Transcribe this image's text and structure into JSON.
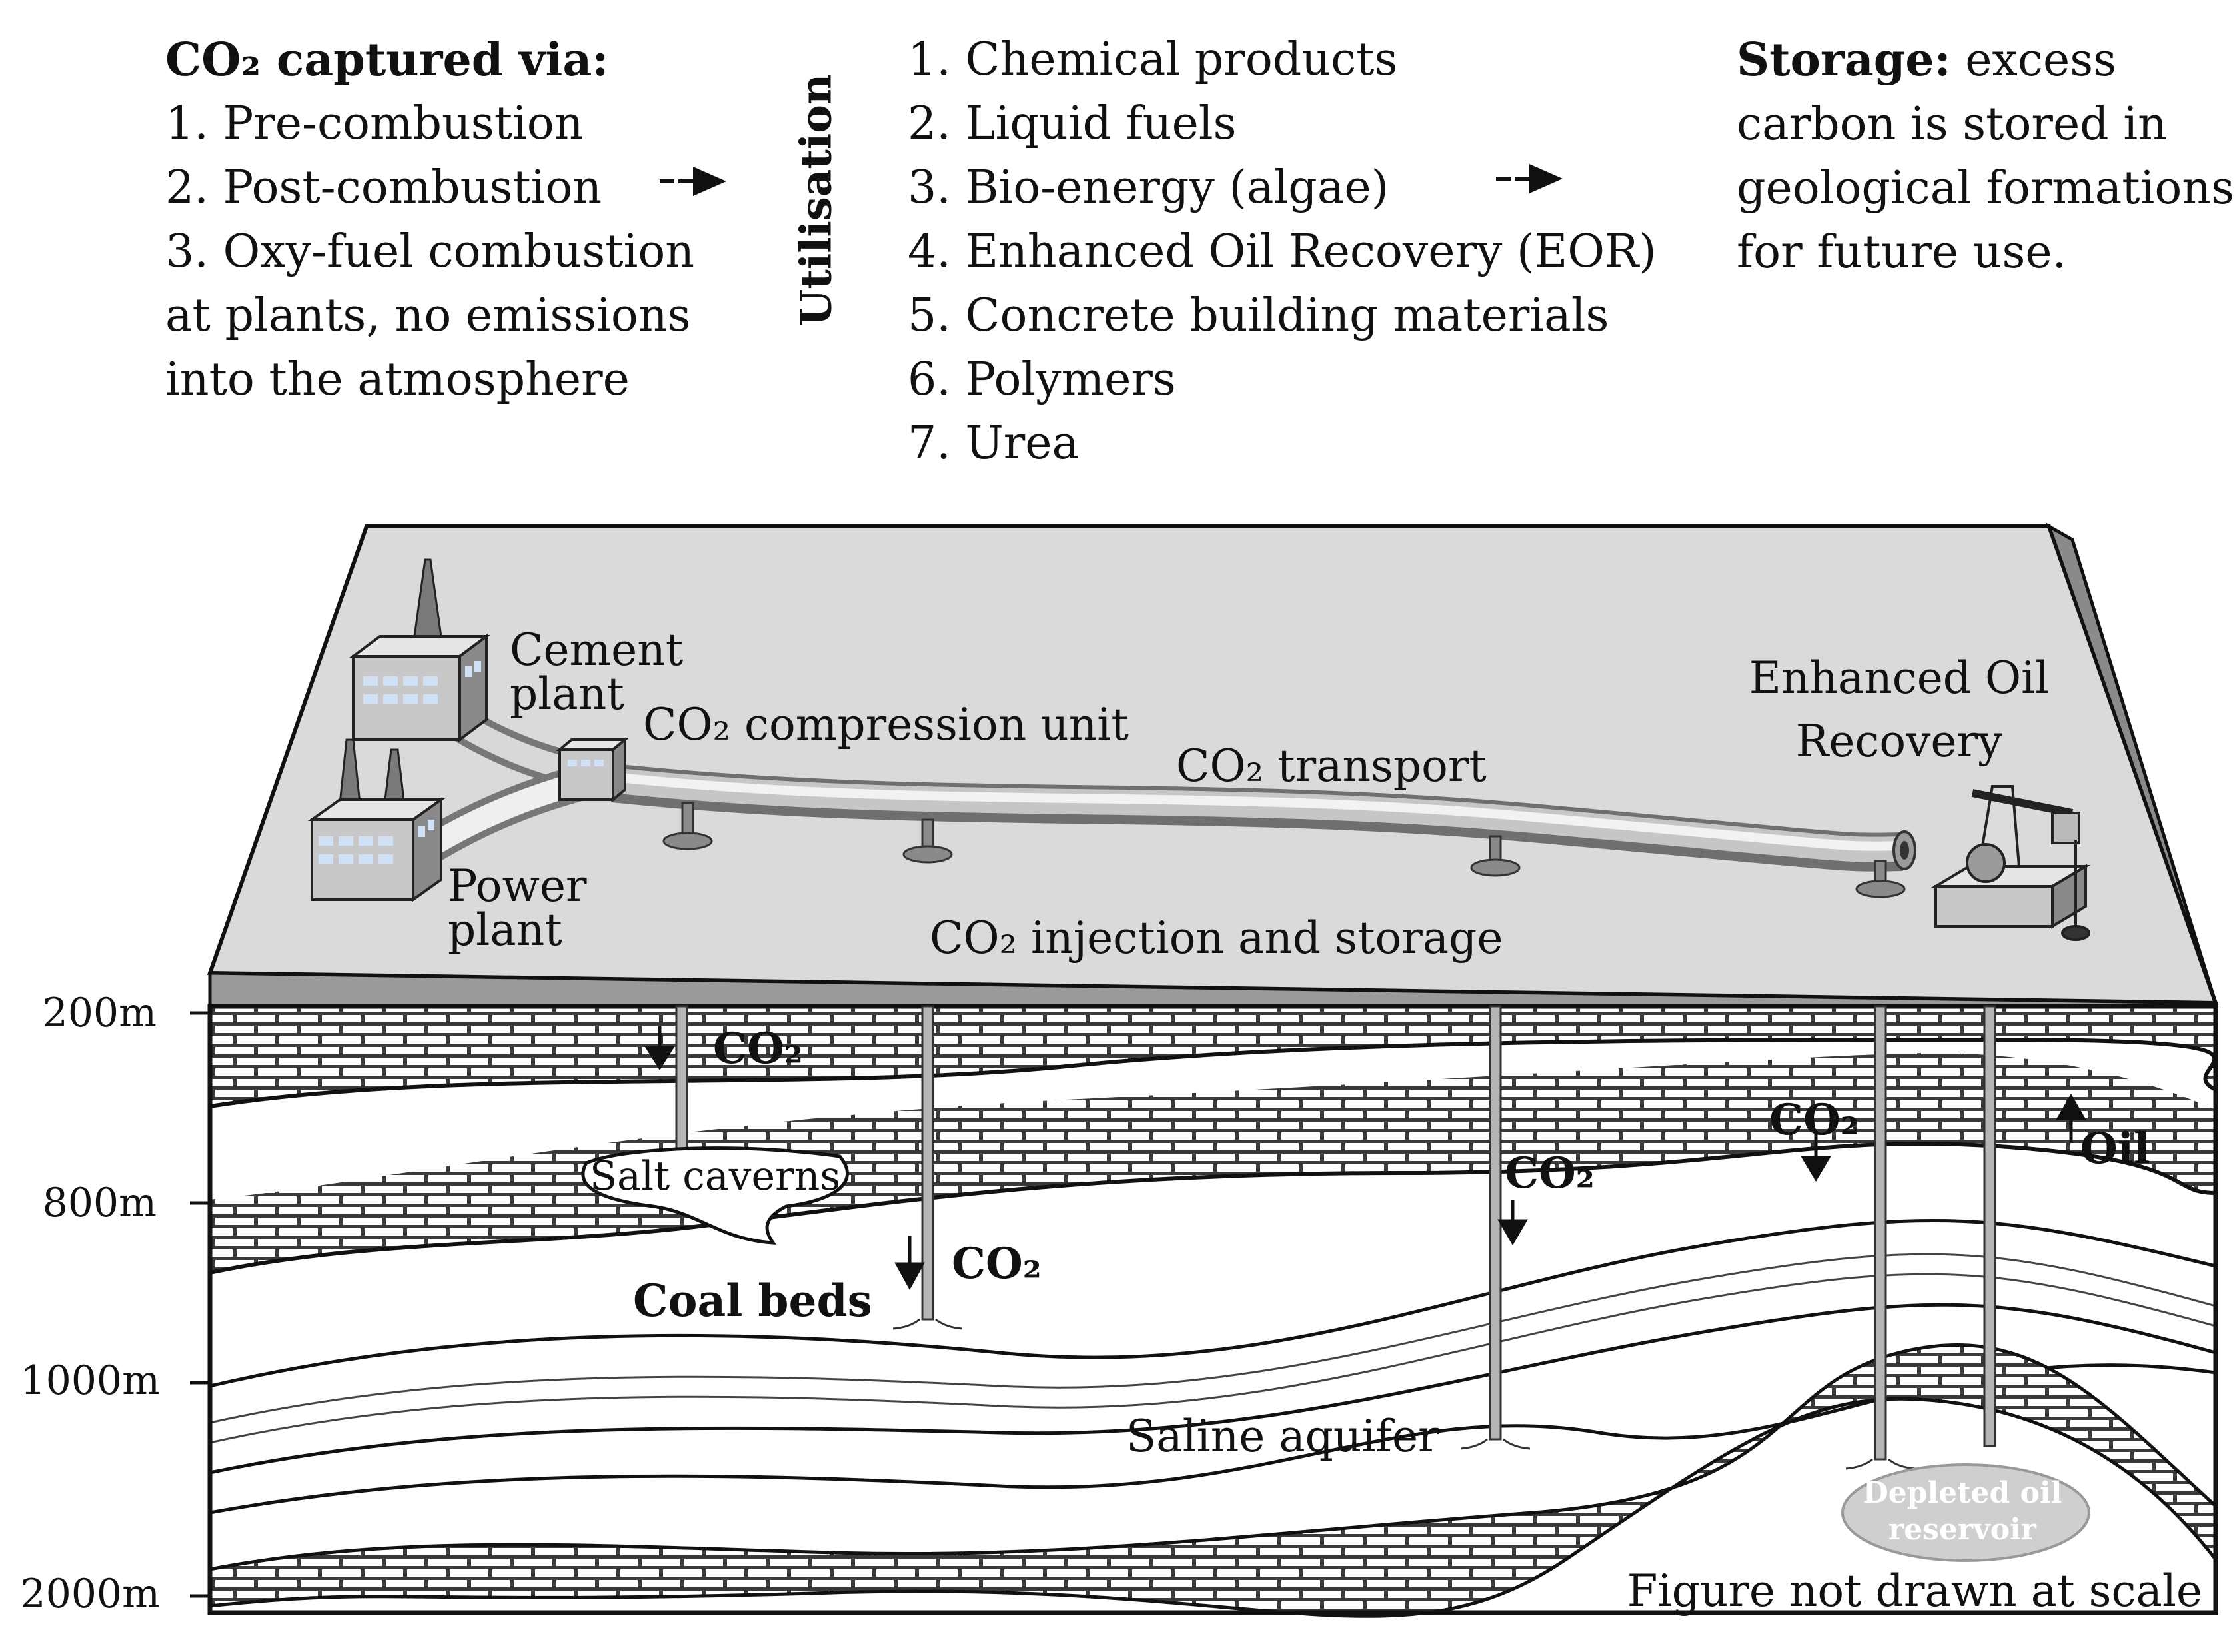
{
  "captured": {
    "heading": "CO₂ captured via:",
    "lines": [
      "1. Pre-combustion",
      "2. Post-combustion",
      "3. Oxy-fuel combustion",
      "at plants, no emissions",
      "into the atmosphere"
    ]
  },
  "utilisation": {
    "label": "Utilisation",
    "items": [
      "1. Chemical products",
      "2. Liquid fuels",
      "3. Bio-energy (algae)",
      "4. Enhanced Oil Recovery (EOR)",
      "5. Concrete building materials",
      "6. Polymers",
      "7. Urea"
    ]
  },
  "storage": {
    "heading": "Storage:",
    "first_rest": " excess",
    "lines": [
      "carbon is stored in",
      "geological formations",
      "for future use."
    ]
  },
  "surface": {
    "cement_plant": [
      "Cement",
      "plant"
    ],
    "power_plant": [
      "Power",
      "plant"
    ],
    "compression_unit": "CO₂ compression unit",
    "transport": "CO₂ transport",
    "injection": "CO₂ injection and storage",
    "eor": [
      "Enhanced Oil",
      "Recovery"
    ]
  },
  "depths": [
    "200m",
    "800m",
    "1000m",
    "2000m"
  ],
  "underground": {
    "co2": "CO₂",
    "salt_caverns": "Salt caverns",
    "coal_beds": "Coal beds",
    "saline_aquifer": "Saline aquifer",
    "depleted_reservoir": [
      "Depleted oil",
      "reservoir"
    ],
    "oil": "Oil",
    "note": "Figure not drawn at scale"
  },
  "colors": {
    "surface": "#dadada",
    "surface_edge": "#8a8a8a",
    "band_dark": "#3a3a3a",
    "building": "#c8c8c8",
    "window": "#cfe2f5",
    "reservoir": "#cfcfcf"
  }
}
